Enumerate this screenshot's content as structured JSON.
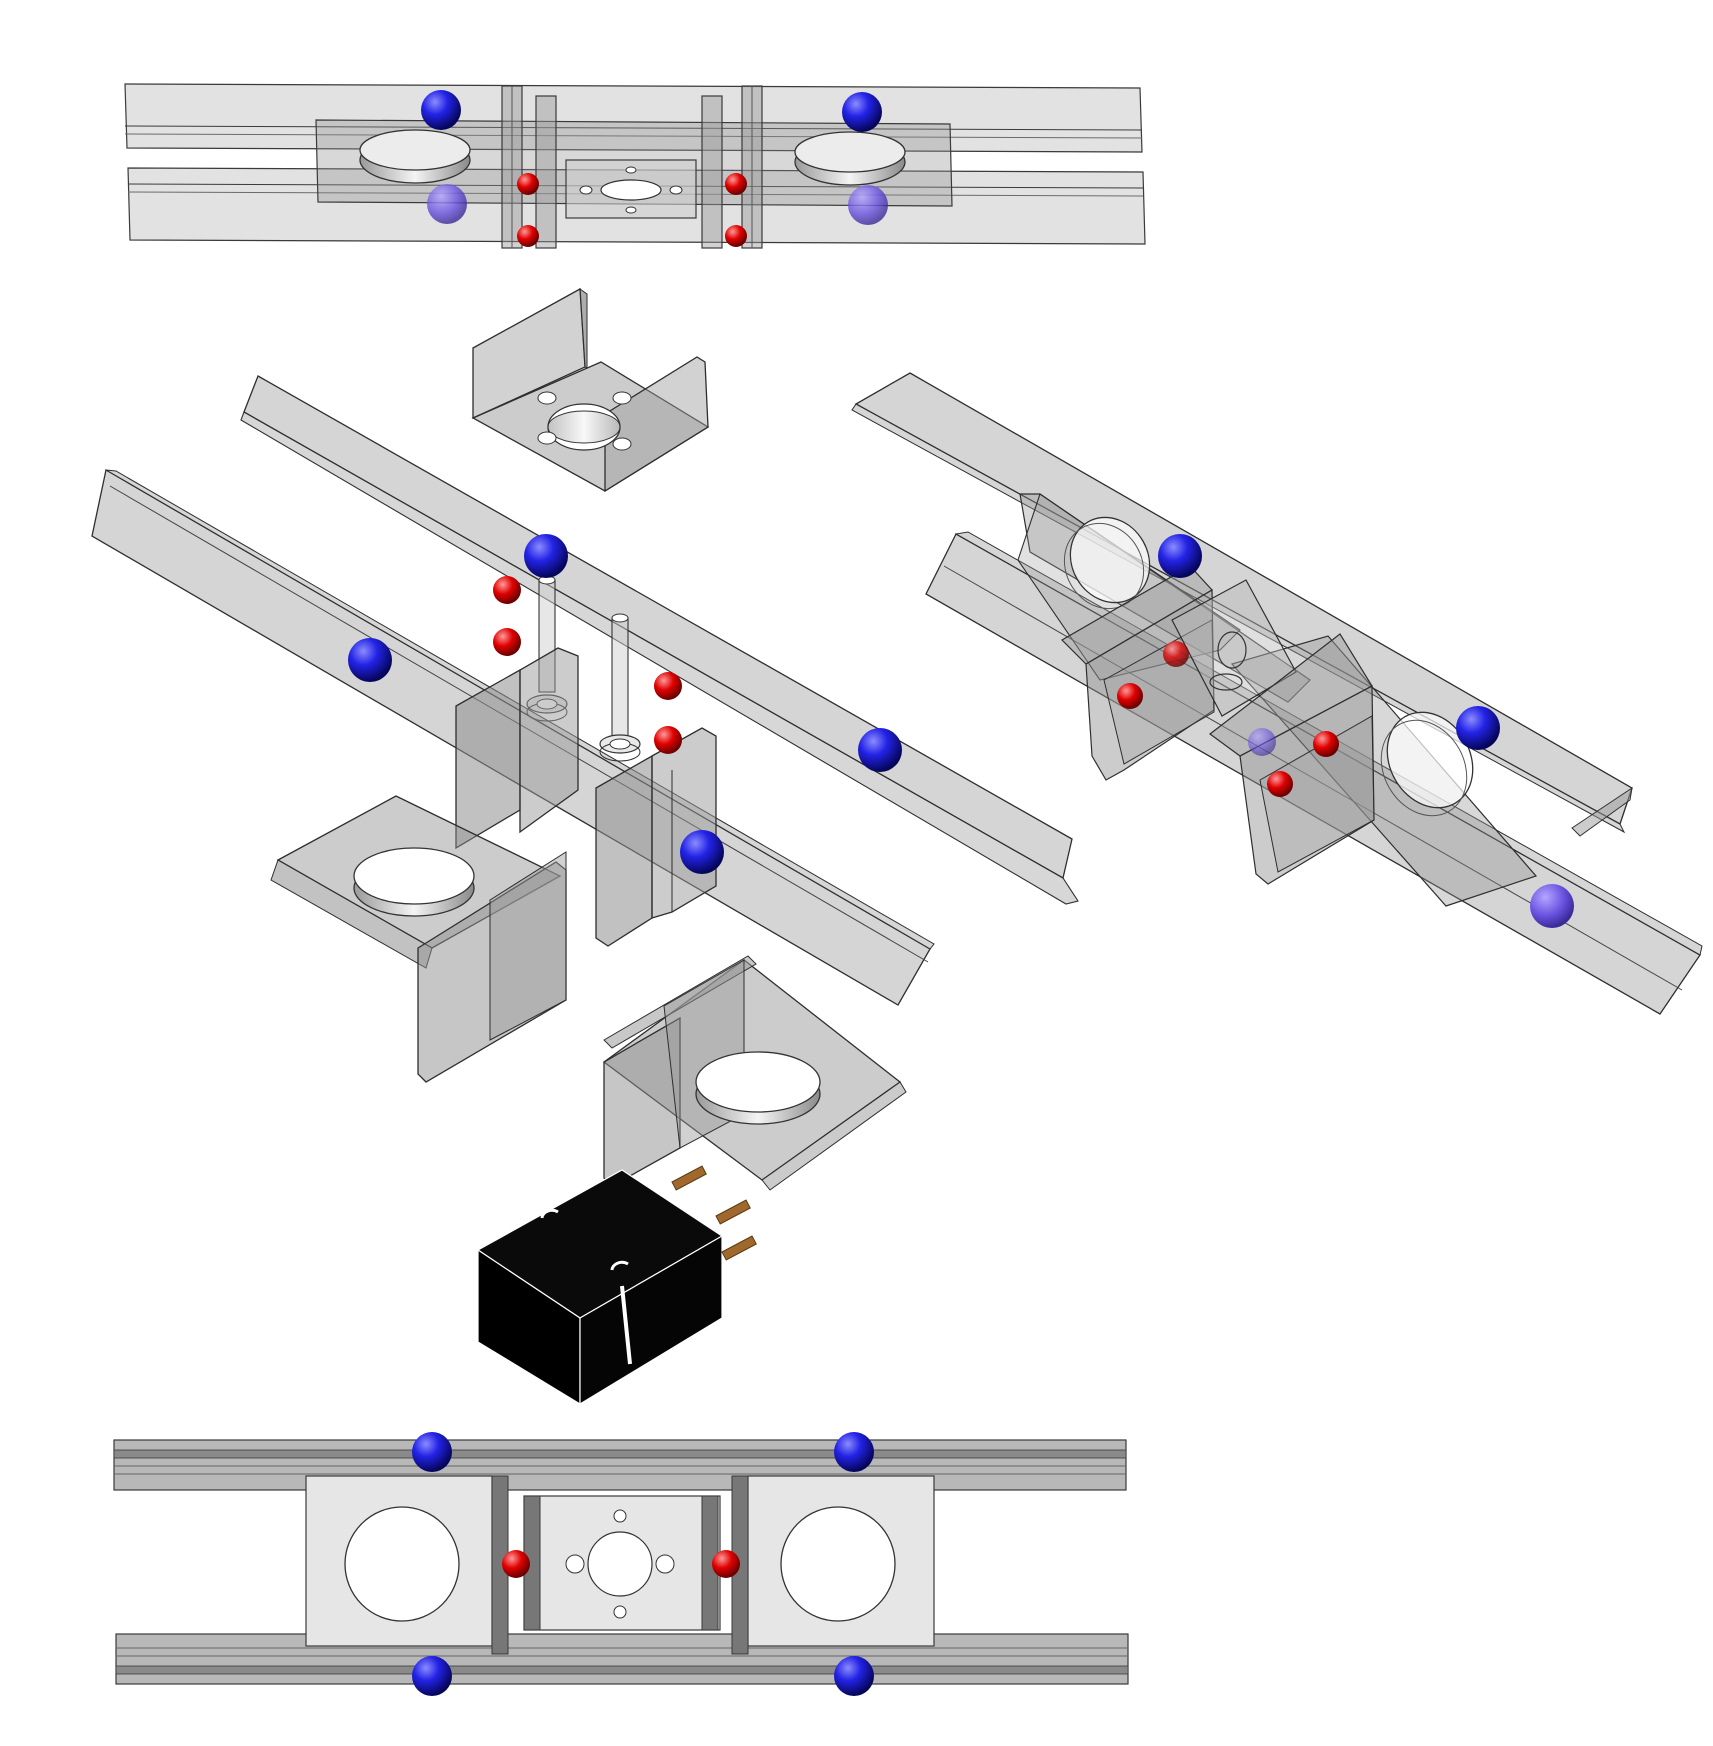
{
  "figure": {
    "views": [
      {
        "id": "front-view"
      },
      {
        "id": "exploded-view"
      },
      {
        "id": "iso-assembly-view"
      },
      {
        "id": "top-view"
      }
    ],
    "parts": {
      "rail": "angle-rail",
      "bracket": "bearing-bracket",
      "motor_mount": "motor-mount-plate",
      "shaft": "guide-shaft",
      "motor": "stepper-motor"
    },
    "colors": {
      "background": "#ffffff",
      "translucent_fill": "#8e8e8e",
      "light_fill": "#d8d8d8",
      "edge": "#3a3a3a",
      "blue_marker": "#1010c8",
      "red_marker": "#e00000",
      "motor_body": "#000000",
      "motor_pin": "#a0682c"
    }
  }
}
